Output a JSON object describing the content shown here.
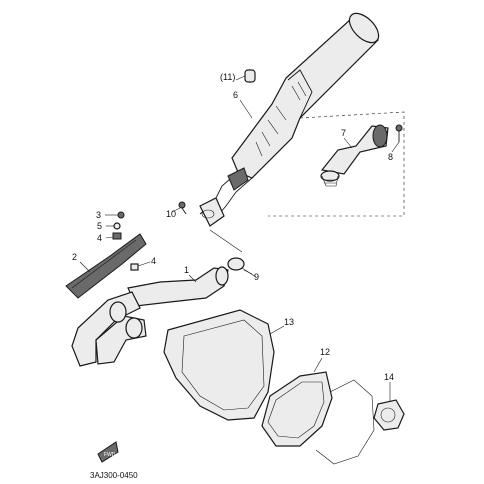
{
  "diagram": {
    "code": "3AJ300-0450",
    "fwd_label": "FWD",
    "callouts": {
      "p1": "1",
      "p2": "2",
      "p3": "3",
      "p4a": "4",
      "p4b": "4",
      "p5": "5",
      "p6": "6",
      "p7": "7",
      "p8": "8",
      "p9": "9",
      "p10": "10",
      "p11": "(11)",
      "p12": "12",
      "p13": "13",
      "p14": "14"
    }
  }
}
